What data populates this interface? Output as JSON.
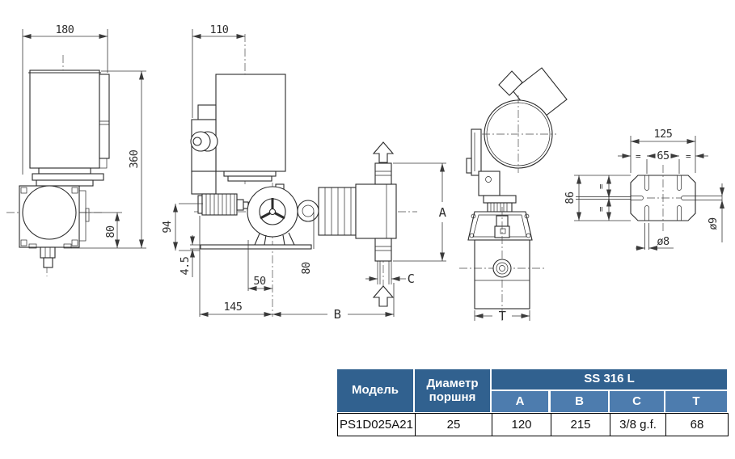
{
  "drawing": {
    "front_view": {
      "width": "180",
      "height": "360",
      "head_center_height": "80"
    },
    "side_view": {
      "width": "110",
      "knob_axis_height": "94",
      "base_plate_thickness": "4.5",
      "axis_offset": "50",
      "length_to_axis": "145",
      "head_center_height": "80",
      "dim_a": "A",
      "dim_b": "B",
      "dim_c": "C"
    },
    "head_view": {
      "dim_t": "T"
    },
    "base_plate_view": {
      "width": "125",
      "slot_spacing": "65",
      "height": "86",
      "bottom_slot_dia": "ø8",
      "side_slot_dia": "ø9",
      "equal": "="
    }
  },
  "table": {
    "col_model": "Модель",
    "col_piston": "Диаметр поршня",
    "col_material": "SS 316 L",
    "col_a": "A",
    "col_b": "B",
    "col_c": "C",
    "col_t": "T",
    "row": {
      "model": "PS1D025A21",
      "piston": "25",
      "a": "120",
      "b": "215",
      "c": "3/8 g.f.",
      "t": "68"
    }
  },
  "colors": {
    "header_dark": "#31618F",
    "header_light": "#4D7CAE",
    "line": "#2B2B2B"
  }
}
